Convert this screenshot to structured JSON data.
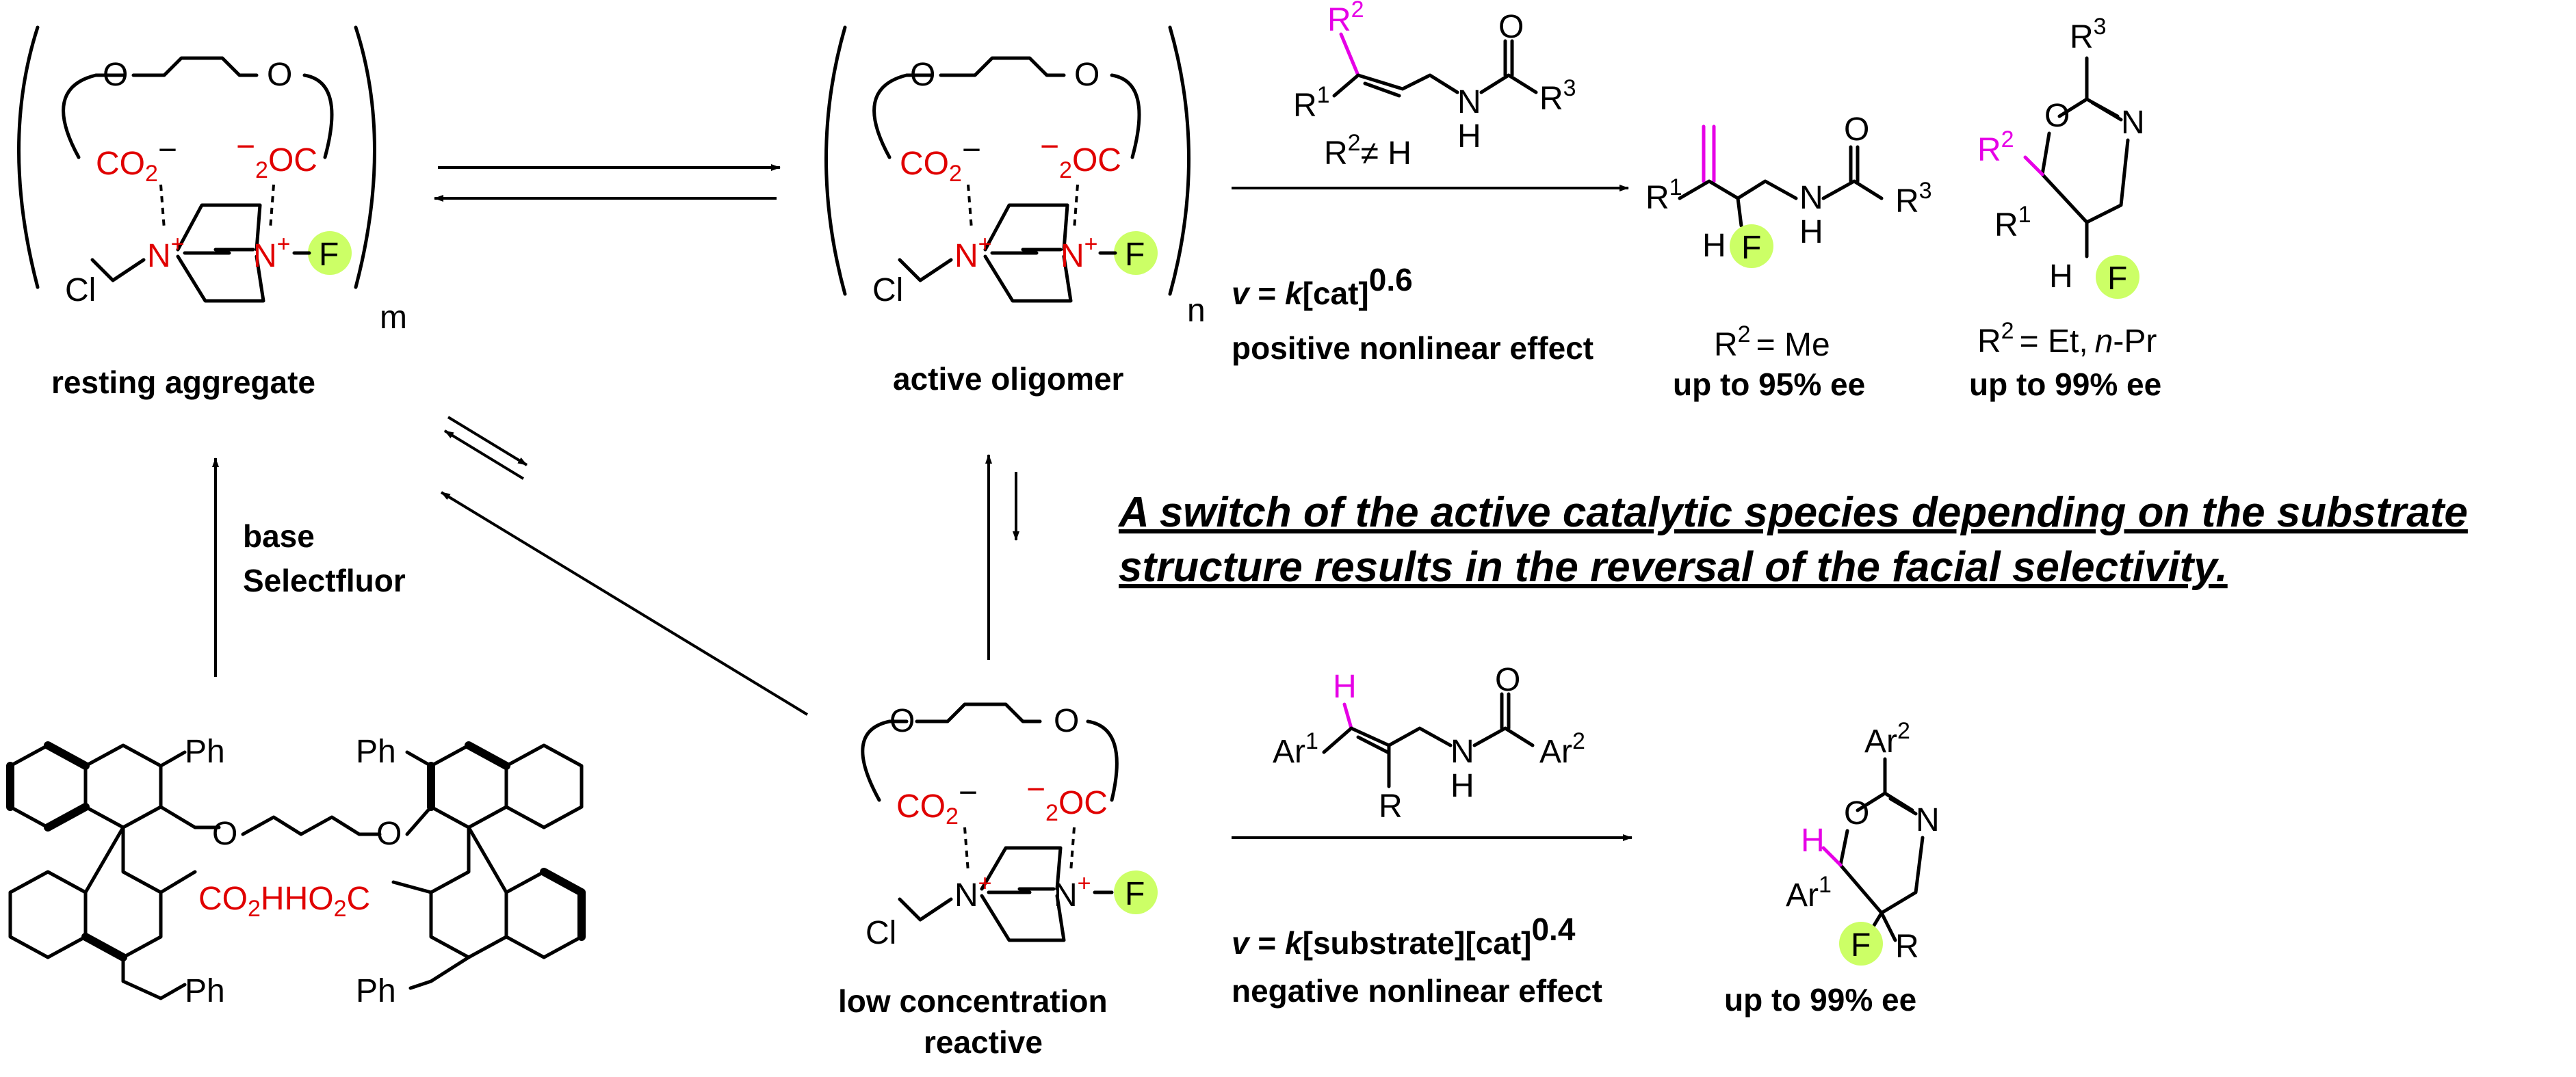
{
  "atoms": {
    "O": "O",
    "N": "N",
    "H": "H",
    "F": "F",
    "Cl": "Cl",
    "plus": "+",
    "minus": "−",
    "co2": "CO",
    "sub2": "2",
    "oc": "OC",
    "sub2_pre": "2",
    "R": "R",
    "R1": "1",
    "R2": "2",
    "R3": "3",
    "Ar": "Ar",
    "Ph": "Ph",
    "m": "m",
    "n": "n",
    "co2h": "CO",
    "h_label": "H",
    "ho2c": "HO",
    "c_label": "C"
  },
  "labels": {
    "resting": "resting aggregate",
    "active": "active oligomer",
    "low_conc": "low concentration",
    "reactive": "reactive",
    "base": "base",
    "selectfluor": "Selectfluor",
    "r2_not_h": "≠ H",
    "r2_me": "= Me",
    "r2_et": "= Et,",
    "npr_n": "n",
    "npr_pr": "-Pr",
    "ee95": "up to 95% ee",
    "ee99a": "up to 99% ee",
    "ee99b": "up to 99% ee",
    "rate1_v": "v",
    "rate1_eq": " = ",
    "rate1_k": "k",
    "rate1_cat": "[cat]",
    "rate1_exp": "0.6",
    "rate2_cat": "[substrate][cat]",
    "rate2_exp": "0.4",
    "pos_nle": "positive nonlinear effect",
    "neg_nle": "negative nonlinear effect",
    "headline1": "A switch of the active catalytic species depending on the substrate",
    "headline2": "structure results in the reversal of the facial selectivity."
  },
  "colors": {
    "red": "#e00000",
    "magenta": "#e600e6",
    "fluorine_highlight": "#ccff66"
  }
}
